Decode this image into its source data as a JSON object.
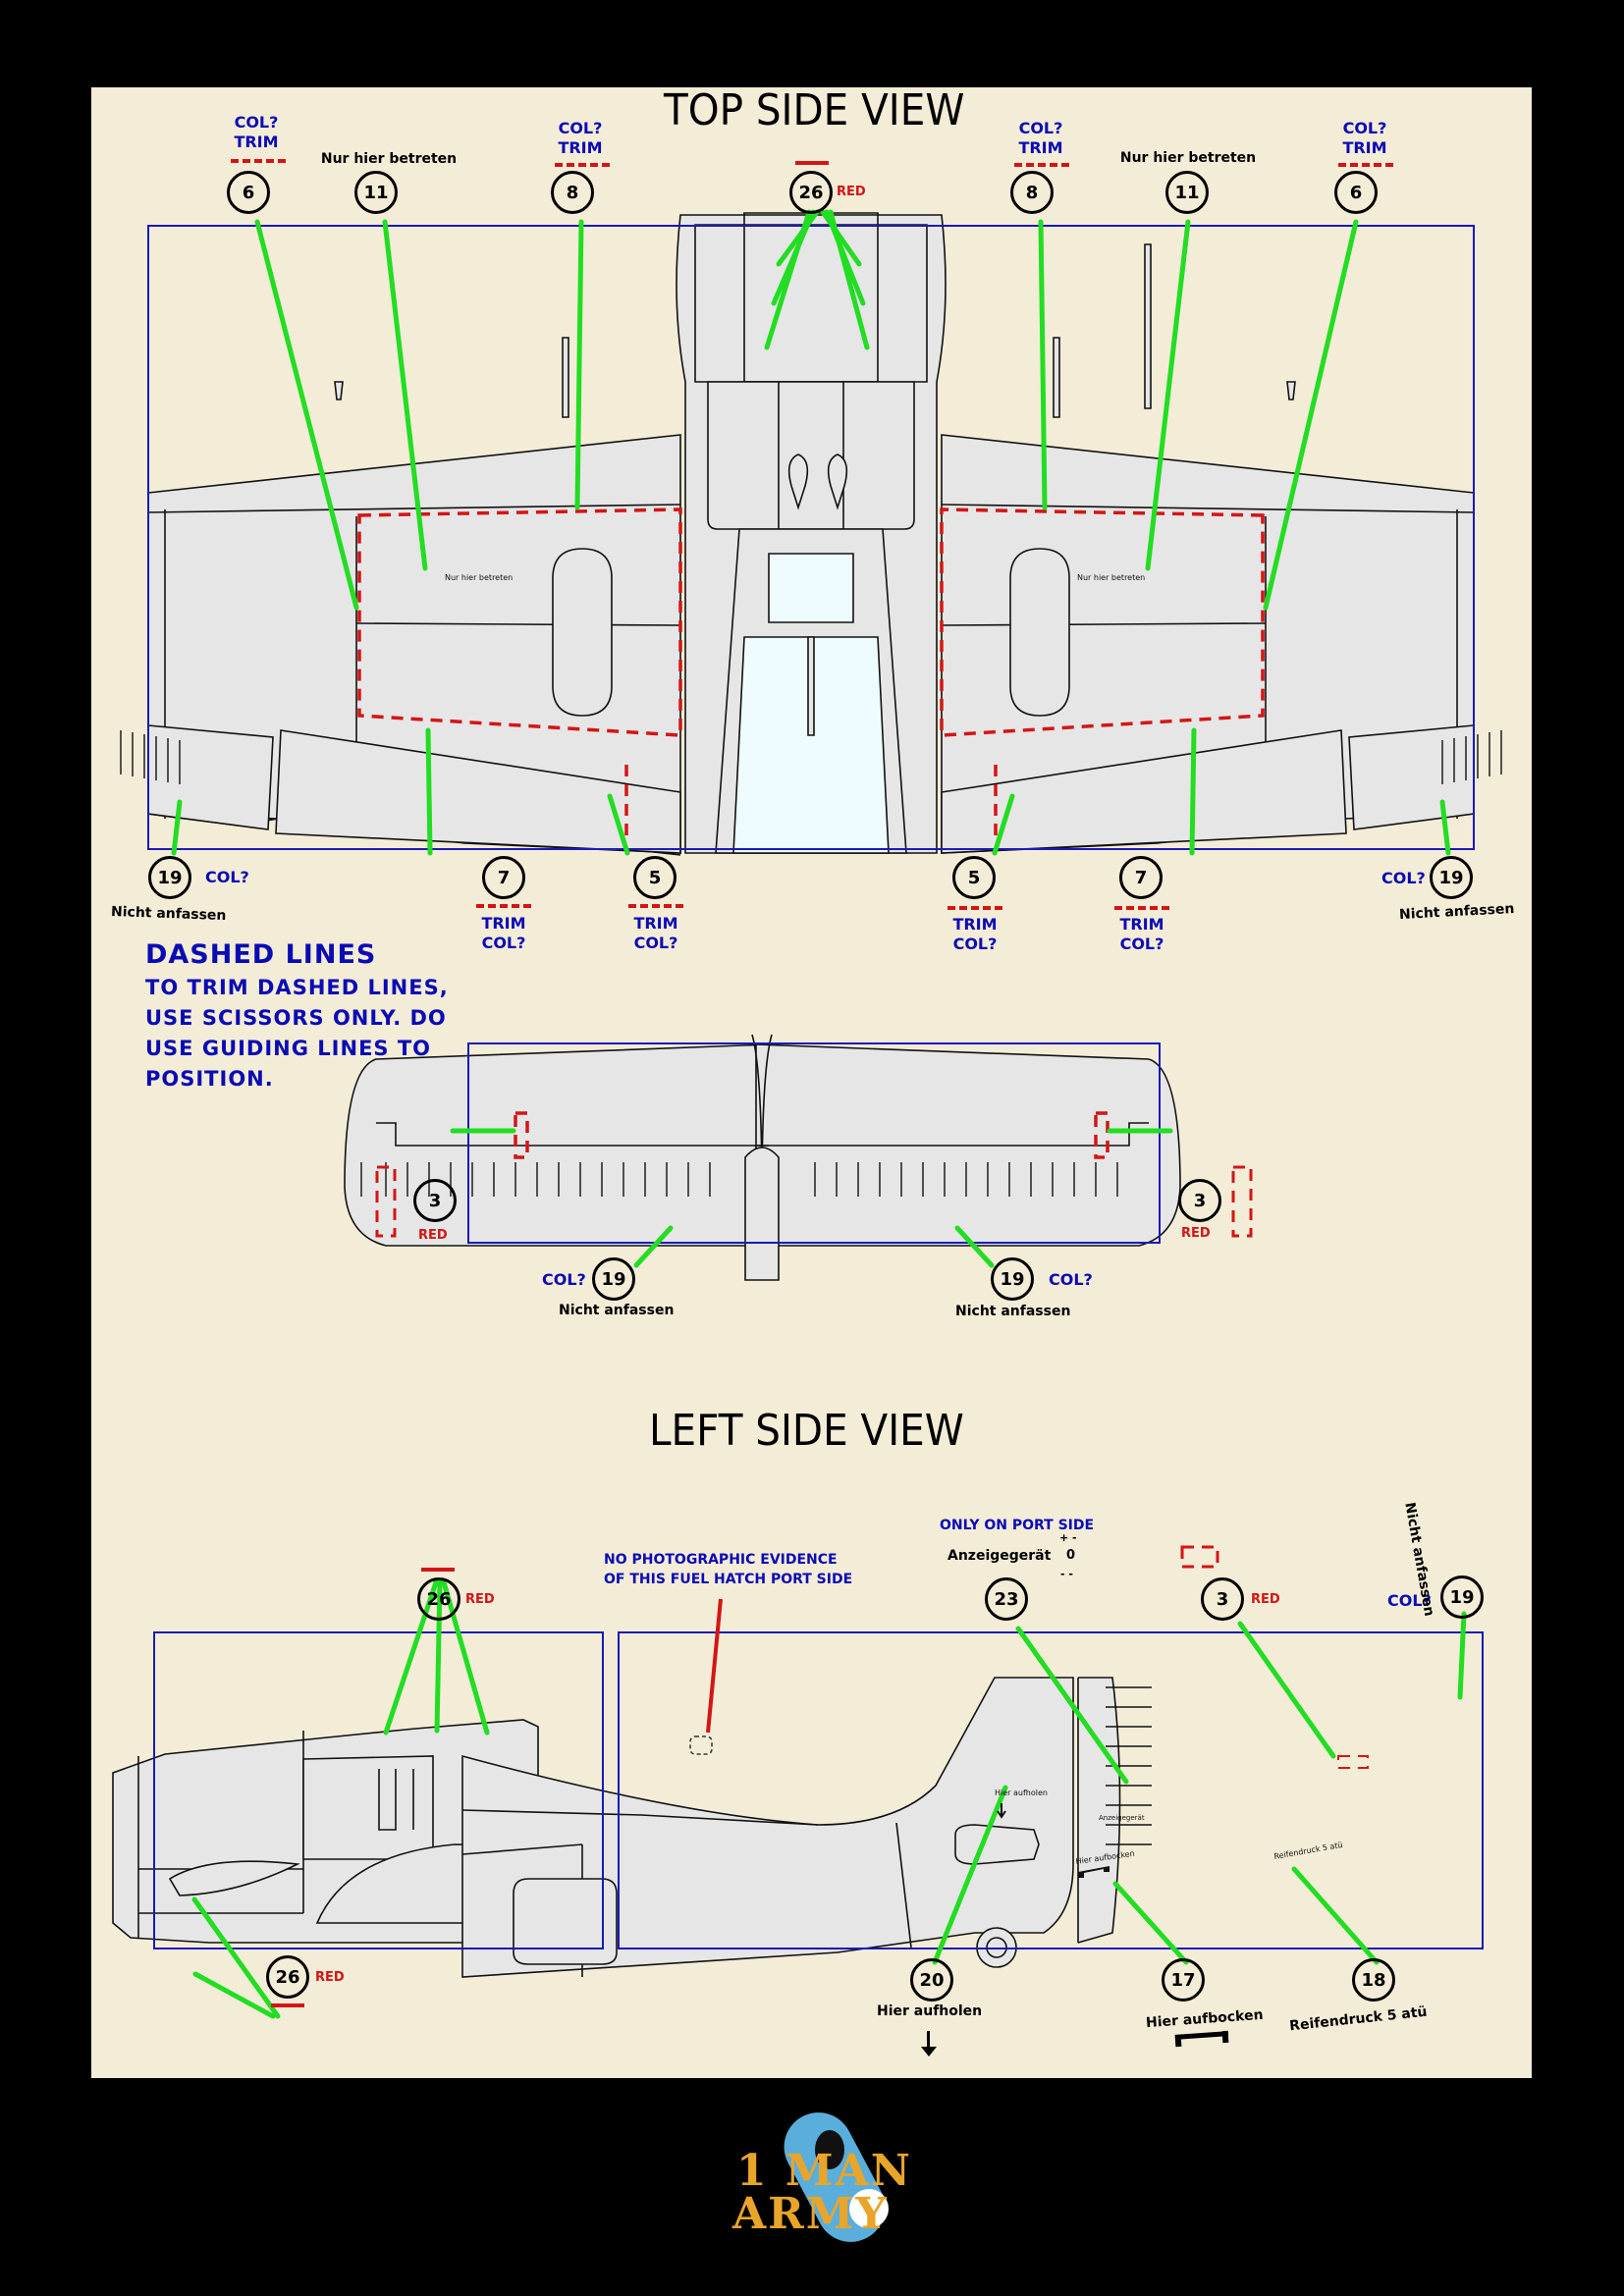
{
  "titles": {
    "top_view": "TOP SIDE VIEW",
    "left_view": "LEFT SIDE VIEW"
  },
  "colors": {
    "background": "#000000",
    "panel": "#f3ecd7",
    "frame_blue": "#1a1ab8",
    "leader_green": "#22dd22",
    "trim_red": "#d41515",
    "note_blue": "#0b0bb4",
    "aircraft_fill": "#e6e6e6",
    "canopy": "#eefcff"
  },
  "top_view": {
    "callouts_top": [
      {
        "number": "6",
        "line1": "COL?",
        "line2": "TRIM",
        "marker": "dashed"
      },
      {
        "number": "11",
        "caption": "Nur hier betreten"
      },
      {
        "number": "8",
        "line1": "COL?",
        "line2": "TRIM",
        "marker": "dashed"
      },
      {
        "number": "26",
        "tag": "RED",
        "marker": "solid"
      },
      {
        "number": "8",
        "line1": "COL?",
        "line2": "TRIM",
        "marker": "dashed"
      },
      {
        "number": "11",
        "caption": "Nur hier betreten"
      },
      {
        "number": "6",
        "line1": "COL?",
        "line2": "TRIM",
        "marker": "dashed"
      }
    ],
    "callouts_bottom": [
      {
        "number": "19",
        "tag": "COL?",
        "caption": "Nicht anfassen"
      },
      {
        "number": "7",
        "line1": "TRIM",
        "line2": "COL?",
        "marker": "dashed"
      },
      {
        "number": "5",
        "line1": "TRIM",
        "line2": "COL?",
        "marker": "dashed"
      },
      {
        "number": "5",
        "line1": "TRIM",
        "line2": "COL?",
        "marker": "dashed"
      },
      {
        "number": "7",
        "line1": "TRIM",
        "line2": "COL?",
        "marker": "dashed"
      },
      {
        "number": "19",
        "tag": "COL?",
        "caption": "Nicht anfassen"
      }
    ],
    "wing_stencil": "Nur hier betreten"
  },
  "dashed_note": {
    "heading": "DASHED LINES",
    "lines": [
      "TO TRIM DASHED LINES,",
      "USE SCISSORS ONLY. DO",
      "USE GUIDING LINES TO",
      "POSITION."
    ]
  },
  "tail_view": {
    "callouts": [
      {
        "number": "3",
        "tag": "RED"
      },
      {
        "number": "19",
        "tag": "COL?",
        "caption": "Nicht anfassen"
      },
      {
        "number": "19",
        "tag": "COL?",
        "caption": "Nicht anfassen"
      },
      {
        "number": "3",
        "tag": "RED"
      }
    ]
  },
  "left_view": {
    "fuel_note": [
      "NO PHOTOGRAPHIC EVIDENCE",
      "OF THIS FUEL HATCH PORT SIDE"
    ],
    "port_note": "ONLY ON PORT SIDE",
    "gauge": {
      "label": "Anzeigegerät",
      "plus_minus": "+ -",
      "zero": "0",
      "minus_minus": "- -"
    },
    "callouts": [
      {
        "number": "26",
        "tag": "RED"
      },
      {
        "number": "23"
      },
      {
        "number": "3",
        "tag": "RED"
      },
      {
        "number": "19",
        "tag": "COL?",
        "caption": "Nicht anfassen"
      },
      {
        "number": "26",
        "tag": "RED"
      },
      {
        "number": "20",
        "caption": "Hier aufholen"
      },
      {
        "number": "17",
        "caption": "Hier aufbocken"
      },
      {
        "number": "18",
        "caption": "Reifendruck 5 atü"
      }
    ],
    "stencils": {
      "hoist": "Hier aufholen",
      "jack": "Hier aufbocken",
      "gauge": "Anzeigegerät",
      "tyre": "Reifendruck 5 atü"
    }
  },
  "logo": {
    "line1": "1 MAN",
    "line2": "ARMY"
  }
}
